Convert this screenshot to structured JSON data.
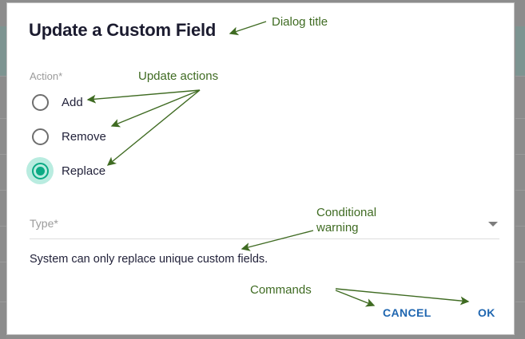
{
  "dialog": {
    "title": "Update a Custom Field",
    "action_group": {
      "label": "Action*",
      "options": [
        {
          "label": "Add",
          "checked": false
        },
        {
          "label": "Remove",
          "checked": false
        },
        {
          "label": "Replace",
          "checked": true
        }
      ]
    },
    "type_field": {
      "label": "Type*",
      "value": "",
      "placeholder": "Type*",
      "caret_icon": "chevron-down-icon"
    },
    "warning": "System can only replace unique custom fields.",
    "commands": {
      "cancel_label": "CANCEL",
      "ok_label": "OK"
    }
  },
  "annotations": [
    {
      "id": "title",
      "text": "Dialog title"
    },
    {
      "id": "actions",
      "text": "Update actions"
    },
    {
      "id": "warning",
      "text": "Conditional\nwarning"
    },
    {
      "id": "commands",
      "text": "Commands"
    }
  ],
  "colors": {
    "accent_teal": "#0aaa84",
    "ripple_teal": "#b9ece0",
    "command_blue": "#1f66b0",
    "annotation_green": "#3f6b22",
    "title_ink": "#1b1b2f",
    "muted_label": "#9b9b9b",
    "page_backdrop": "#8c8c8c"
  }
}
